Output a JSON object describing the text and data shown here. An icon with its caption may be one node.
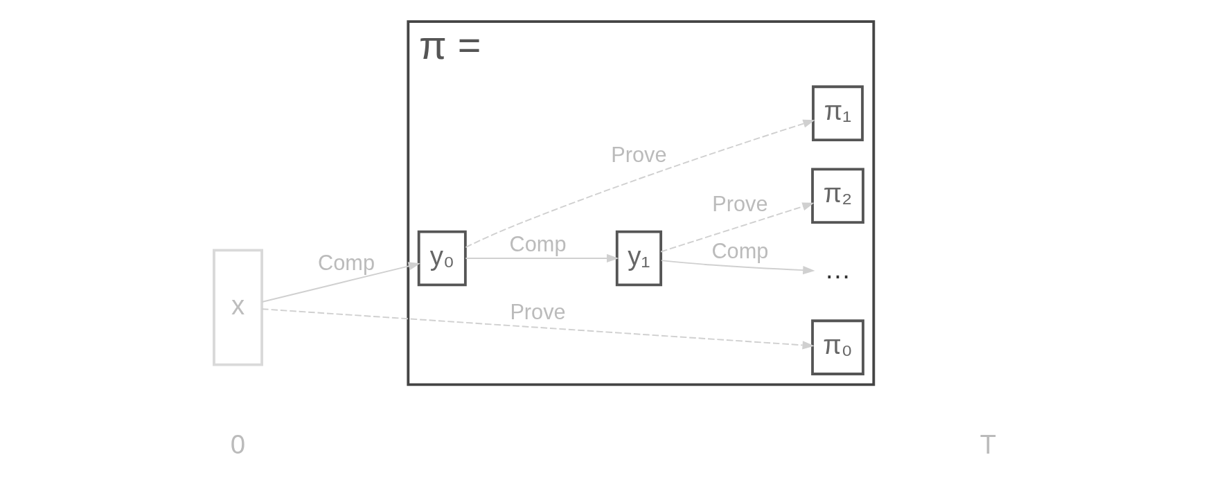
{
  "diagram": {
    "nodes": [
      {
        "text": [
          "x"
        ]
      },
      {
        "text": [
          "π ="
        ]
      },
      {
        "text": [
          "y₀"
        ],
        "in": 1
      },
      {
        "text": [
          "y₁"
        ],
        "in": 1
      },
      {
        "text": [
          "…"
        ],
        "in": 1
      },
      {
        "text": [
          "π₂"
        ],
        "in": 1
      },
      {
        "text": [
          "π₁"
        ],
        "in": 1
      },
      {
        "text": [
          "π₀"
        ],
        "in": 1
      }
    ],
    "edges": [
      {
        "from": 0,
        "to": 2,
        "arrow": "to",
        "label": "Comp"
      },
      {
        "from": 0,
        "to": 7,
        "arrow": "to",
        "label": "Prove",
        "style": "dashed"
      },
      {
        "from": 2,
        "to": 3,
        "arrow": "to",
        "label": "Comp"
      },
      {
        "from": 2,
        "to": 6,
        "arrow": "to",
        "label": "Prove",
        "style": "dashed"
      },
      {
        "from": 3,
        "to": 4,
        "arrow": "to",
        "label": "Comp"
      },
      {
        "from": 3,
        "to": 5,
        "arrow": "to",
        "label": "Prove",
        "style": "dashed"
      }
    ],
    "labels": [
      "0",
      "T"
    ]
  }
}
